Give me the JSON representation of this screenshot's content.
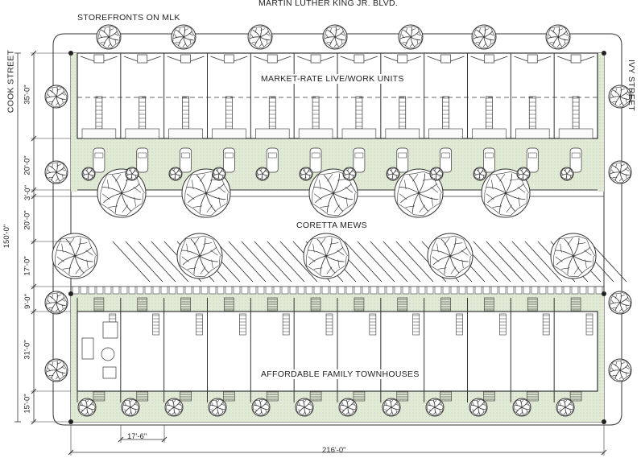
{
  "streets": {
    "north": "MARTIN LUTHER KING JR. BLVD.",
    "west": "COOK STREET",
    "east": "IVY STREET"
  },
  "labels": {
    "storefronts": "STOREFRONTS ON MLK",
    "market_units": "MARKET-RATE LIVE/WORK UNITS",
    "mews": "CORETTA MEWS",
    "townhouses": "AFFORDABLE FAMILY TOWNHOUSES"
  },
  "dimensions": {
    "left": [
      "35'-0\"",
      "20'-0\"",
      "3'-0\"",
      "20'-0\"",
      "17'-0\"",
      "9'-0\"",
      "31'-0\"",
      "15'-0\""
    ],
    "overall_depth": "150'-0\"",
    "overall_width": "216'-0\"",
    "unit_width": "17'-6\""
  },
  "colors": {
    "line": "#333333",
    "landscape": "#e6eedd",
    "paving": "#f4f4f4"
  }
}
